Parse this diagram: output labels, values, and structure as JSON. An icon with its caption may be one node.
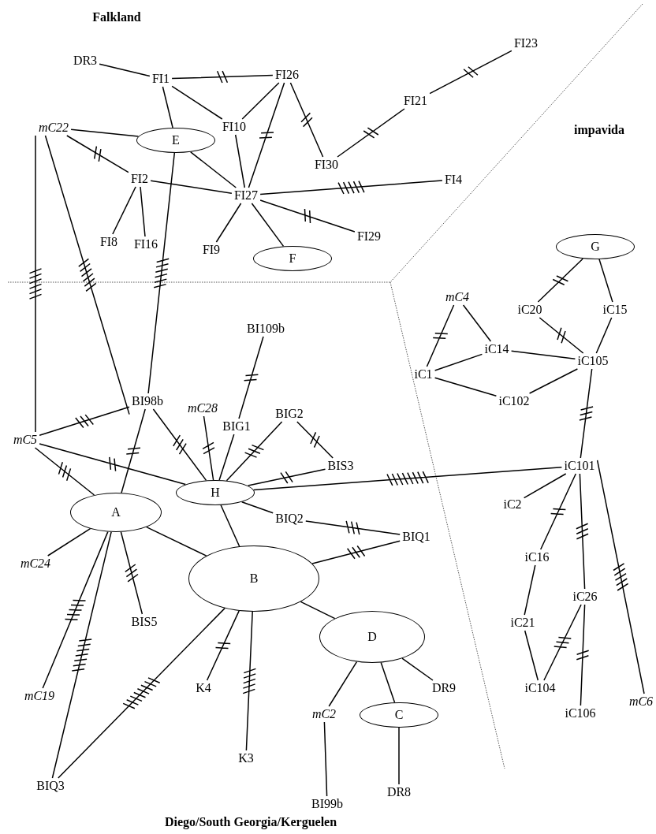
{
  "diagram": {
    "nodes": [
      {
        "text": [
          "DR3"
        ]
      },
      {
        "text": [
          "FI1"
        ]
      },
      {
        "text": [
          "FI26"
        ]
      },
      {
        "text": [
          "FI23"
        ]
      },
      {
        "text": [
          "FI21"
        ]
      },
      {
        "text": [
          "mC22"
        ]
      },
      {
        "text": [
          "E"
        ]
      },
      {
        "text": [
          "FI10"
        ]
      },
      {
        "text": [
          "FI30"
        ]
      },
      {
        "text": [
          "FI2"
        ]
      },
      {
        "text": [
          "FI27"
        ]
      },
      {
        "text": [
          "FI4"
        ]
      },
      {
        "text": [
          "FI8"
        ]
      },
      {
        "text": [
          "FI16"
        ]
      },
      {
        "text": [
          "FI9"
        ]
      },
      {
        "text": [
          "F"
        ]
      },
      {
        "text": [
          "FI29"
        ]
      },
      {
        "text": [
          "G"
        ]
      },
      {
        "text": [
          "mC4"
        ]
      },
      {
        "text": [
          "iC20"
        ]
      },
      {
        "text": [
          "iC15"
        ]
      },
      {
        "text": [
          "iC14"
        ]
      },
      {
        "text": [
          "iC105"
        ]
      },
      {
        "text": [
          "iC1"
        ]
      },
      {
        "text": [
          "iC102"
        ]
      },
      {
        "text": [
          "BI109b"
        ]
      },
      {
        "text": [
          "BI98b"
        ]
      },
      {
        "text": [
          "mC28"
        ]
      },
      {
        "text": [
          "BIG1"
        ]
      },
      {
        "text": [
          "BIG2"
        ]
      },
      {
        "text": [
          "mC5"
        ]
      },
      {
        "text": [
          "BIS3"
        ]
      },
      {
        "text": [
          "iC101"
        ]
      },
      {
        "text": [
          "H"
        ]
      },
      {
        "text": [
          "A"
        ]
      },
      {
        "text": [
          "BIQ2"
        ]
      },
      {
        "text": [
          "iC2"
        ]
      },
      {
        "text": [
          "BIQ1"
        ]
      },
      {
        "text": [
          "iC16"
        ]
      },
      {
        "text": [
          "mC24"
        ]
      },
      {
        "text": [
          "B"
        ]
      },
      {
        "text": [
          "BIS5"
        ]
      },
      {
        "text": [
          "iC26"
        ]
      },
      {
        "text": [
          "D"
        ]
      },
      {
        "text": [
          "iC21"
        ]
      },
      {
        "text": [
          "mC19"
        ]
      },
      {
        "text": [
          "K4"
        ]
      },
      {
        "text": [
          "DR9"
        ]
      },
      {
        "text": [
          "iC104"
        ]
      },
      {
        "text": [
          "mC6"
        ]
      },
      {
        "text": [
          "mC2"
        ]
      },
      {
        "text": [
          "C"
        ]
      },
      {
        "text": [
          "iC106"
        ]
      },
      {
        "text": [
          "K3"
        ]
      },
      {
        "text": [
          "BIQ3"
        ]
      },
      {
        "text": [
          "DR8"
        ]
      },
      {
        "text": [
          "BI99b"
        ]
      }
    ],
    "edges": [
      {
        "from": 0,
        "to": 1,
        "arrow": "none"
      },
      {
        "from": 1,
        "to": 2,
        "arrow": "none"
      },
      {
        "from": 1,
        "to": 6,
        "arrow": "none"
      },
      {
        "from": 1,
        "to": 7,
        "arrow": "none"
      },
      {
        "from": 2,
        "to": 7,
        "arrow": "none"
      },
      {
        "from": 2,
        "to": 10,
        "arrow": "none"
      },
      {
        "from": 2,
        "to": 8,
        "arrow": "none"
      },
      {
        "from": 8,
        "to": 4,
        "arrow": "none"
      },
      {
        "from": 4,
        "to": 3,
        "arrow": "none"
      },
      {
        "from": 5,
        "to": 6,
        "arrow": "none"
      },
      {
        "from": 5,
        "to": 9,
        "arrow": "none"
      },
      {
        "from": 5,
        "to": 30,
        "arrow": "none"
      },
      {
        "from": 5,
        "to": 26,
        "arrow": "none"
      },
      {
        "from": 6,
        "to": 10,
        "arrow": "none"
      },
      {
        "from": 6,
        "to": 26,
        "arrow": "none"
      },
      {
        "from": 7,
        "to": 10,
        "arrow": "none"
      },
      {
        "from": 9,
        "to": 10,
        "arrow": "none"
      },
      {
        "from": 9,
        "to": 12,
        "arrow": "none"
      },
      {
        "from": 9,
        "to": 13,
        "arrow": "none"
      },
      {
        "from": 10,
        "to": 14,
        "arrow": "none"
      },
      {
        "from": 10,
        "to": 15,
        "arrow": "none"
      },
      {
        "from": 10,
        "to": 16,
        "arrow": "none"
      },
      {
        "from": 10,
        "to": 11,
        "arrow": "none"
      },
      {
        "from": 26,
        "to": 30,
        "arrow": "none"
      },
      {
        "from": 26,
        "to": 34,
        "arrow": "none"
      },
      {
        "from": 26,
        "to": 33,
        "arrow": "none"
      },
      {
        "from": 30,
        "to": 33,
        "arrow": "none"
      },
      {
        "from": 30,
        "to": 34,
        "arrow": "none"
      },
      {
        "from": 27,
        "to": 33,
        "arrow": "none"
      },
      {
        "from": 28,
        "to": 33,
        "arrow": "none"
      },
      {
        "from": 28,
        "to": 25,
        "arrow": "none"
      },
      {
        "from": 29,
        "to": 33,
        "arrow": "none"
      },
      {
        "from": 29,
        "to": 31,
        "arrow": "none"
      },
      {
        "from": 31,
        "to": 33,
        "arrow": "none"
      },
      {
        "from": 33,
        "to": 32,
        "arrow": "none"
      },
      {
        "from": 33,
        "to": 40,
        "arrow": "none"
      },
      {
        "from": 33,
        "to": 35,
        "arrow": "none"
      },
      {
        "from": 35,
        "to": 37,
        "arrow": "none"
      },
      {
        "from": 34,
        "to": 40,
        "arrow": "none"
      },
      {
        "from": 34,
        "to": 39,
        "arrow": "none"
      },
      {
        "from": 34,
        "to": 45,
        "arrow": "none"
      },
      {
        "from": 34,
        "to": 54,
        "arrow": "none"
      },
      {
        "from": 34,
        "to": 41,
        "arrow": "none"
      },
      {
        "from": 40,
        "to": 54,
        "arrow": "none"
      },
      {
        "from": 40,
        "to": 46,
        "arrow": "none"
      },
      {
        "from": 40,
        "to": 53,
        "arrow": "none"
      },
      {
        "from": 40,
        "to": 37,
        "arrow": "none"
      },
      {
        "from": 40,
        "to": 43,
        "arrow": "none"
      },
      {
        "from": 43,
        "to": 50,
        "arrow": "none"
      },
      {
        "from": 50,
        "to": 56,
        "arrow": "none"
      },
      {
        "from": 43,
        "to": 51,
        "arrow": "none"
      },
      {
        "from": 43,
        "to": 47,
        "arrow": "none"
      },
      {
        "from": 51,
        "to": 55,
        "arrow": "none"
      },
      {
        "from": 17,
        "to": 19,
        "arrow": "none"
      },
      {
        "from": 17,
        "to": 20,
        "arrow": "none"
      },
      {
        "from": 19,
        "to": 22,
        "arrow": "none"
      },
      {
        "from": 20,
        "to": 22,
        "arrow": "none"
      },
      {
        "from": 18,
        "to": 23,
        "arrow": "none"
      },
      {
        "from": 18,
        "to": 21,
        "arrow": "none"
      },
      {
        "from": 23,
        "to": 21,
        "arrow": "none"
      },
      {
        "from": 21,
        "to": 22,
        "arrow": "none"
      },
      {
        "from": 23,
        "to": 24,
        "arrow": "none"
      },
      {
        "from": 24,
        "to": 22,
        "arrow": "none"
      },
      {
        "from": 22,
        "to": 32,
        "arrow": "none"
      },
      {
        "from": 32,
        "to": 36,
        "arrow": "none"
      },
      {
        "from": 32,
        "to": 38,
        "arrow": "none"
      },
      {
        "from": 32,
        "to": 42,
        "arrow": "none"
      },
      {
        "from": 32,
        "to": 49,
        "arrow": "none"
      },
      {
        "from": 38,
        "to": 44,
        "arrow": "none"
      },
      {
        "from": 44,
        "to": 48,
        "arrow": "none"
      },
      {
        "from": 48,
        "to": 42,
        "arrow": "none"
      },
      {
        "from": 42,
        "to": 52,
        "arrow": "none"
      }
    ],
    "labels": [
      "Falkland",
      "impavida",
      "Diego/South Georgia/Kerguelen"
    ]
  }
}
